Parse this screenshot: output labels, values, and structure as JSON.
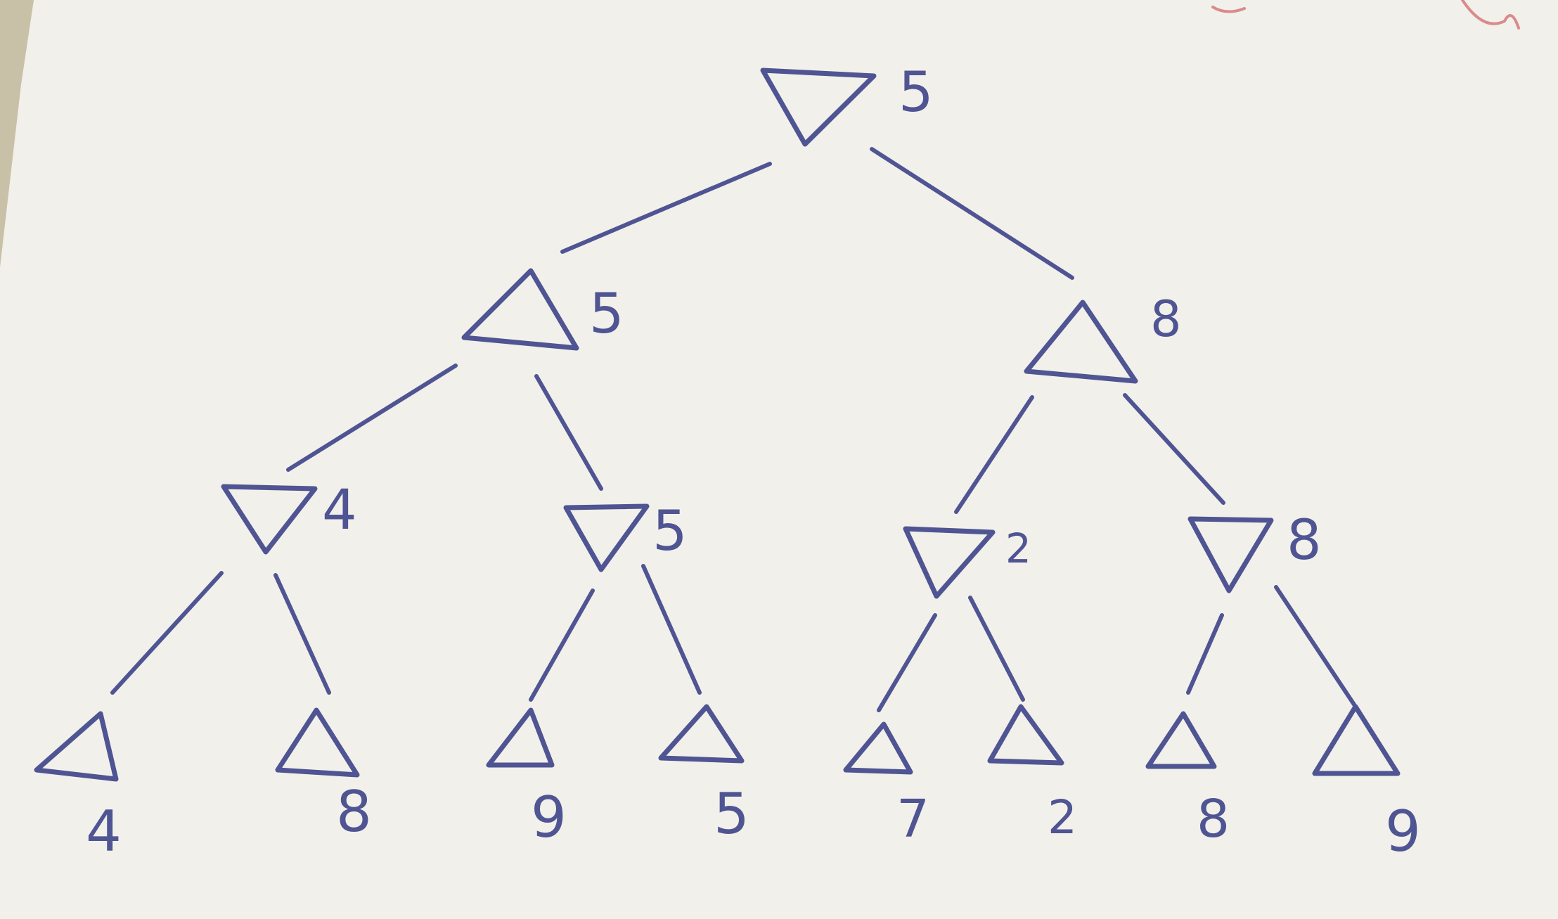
{
  "tree": {
    "root": {
      "kind": "min",
      "value": "5"
    },
    "level1": [
      {
        "kind": "max",
        "value": "5"
      },
      {
        "kind": "max",
        "value": "8"
      }
    ],
    "level2": [
      {
        "kind": "min",
        "value": "4"
      },
      {
        "kind": "min",
        "value": "5"
      },
      {
        "kind": "min",
        "value": "2"
      },
      {
        "kind": "min",
        "value": "8"
      }
    ],
    "leaves": [
      {
        "kind": "max",
        "value": "4"
      },
      {
        "kind": "max",
        "value": "8"
      },
      {
        "kind": "max",
        "value": "9"
      },
      {
        "kind": "max",
        "value": "5"
      },
      {
        "kind": "max",
        "value": "7"
      },
      {
        "kind": "max",
        "value": "2"
      },
      {
        "kind": "max",
        "value": "8"
      },
      {
        "kind": "max",
        "value": "9"
      }
    ]
  },
  "colors": {
    "ink": "#4f5493",
    "paper": "#f2f0ea",
    "background_edge": "#c9c0a8",
    "corner_scribble": "#d98b8b"
  }
}
